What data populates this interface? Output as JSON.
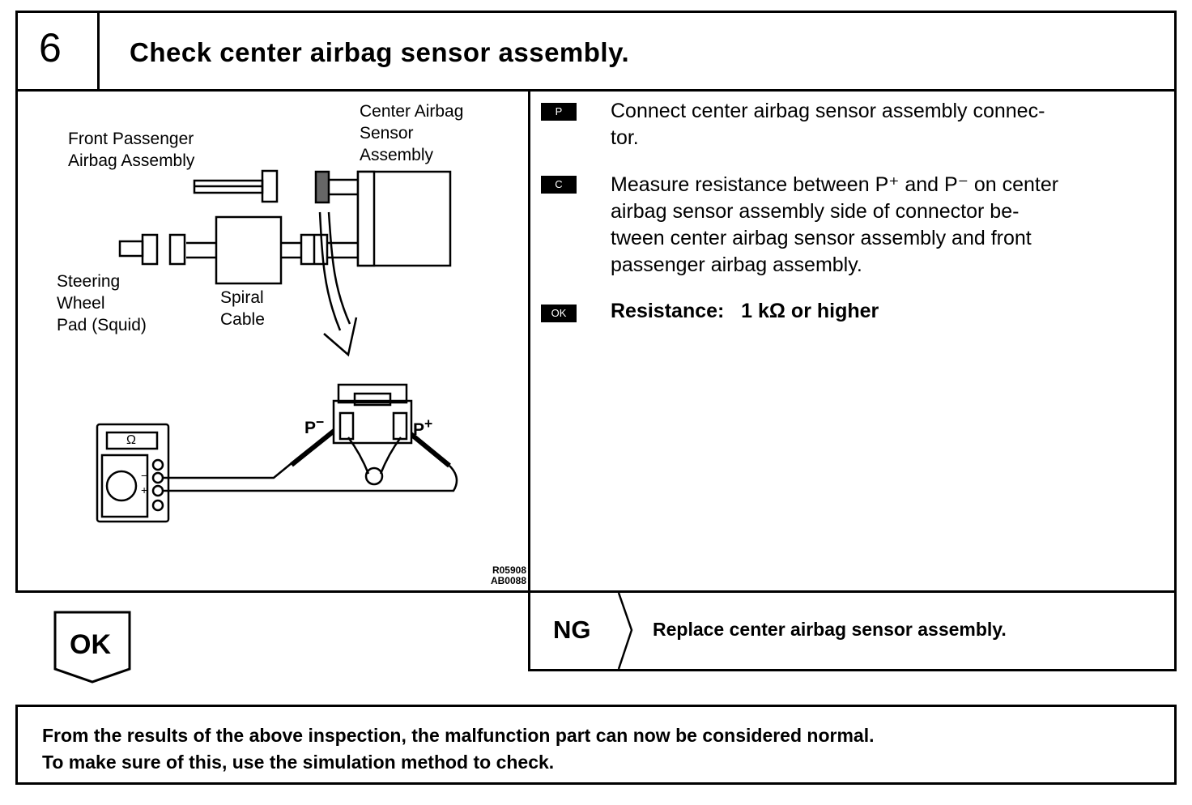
{
  "step": {
    "number": "6",
    "title": "Check center airbag sensor assembly."
  },
  "diagram": {
    "labels": {
      "center_airbag": [
        "Center Airbag",
        "Sensor",
        "Assembly"
      ],
      "front_passenger": [
        "Front Passenger",
        "Airbag Assembly"
      ],
      "steering": [
        "Steering",
        "Wheel",
        "Pad (Squid)"
      ],
      "spiral": [
        "Spiral",
        "Cable"
      ],
      "p_minus": "P",
      "p_plus": "P",
      "meter_symbol": "Ω",
      "meter_minus": "−",
      "meter_plus": "+"
    },
    "codes": [
      "R05908",
      "AB0088"
    ]
  },
  "instructions": [
    {
      "badge": "P",
      "lines": [
        "Connect center airbag sensor assembly connec-",
        "tor."
      ]
    },
    {
      "badge": "C",
      "lines": [
        "Measure resistance between P⁺ and P⁻ on center",
        "airbag sensor assembly side of connector be-",
        "tween center airbag sensor assembly and front",
        "passenger airbag assembly."
      ]
    }
  ],
  "ok_badge": "OK",
  "result": "Resistance:   1 kΩ or higher",
  "ok_label": "OK",
  "ng": {
    "label": "NG",
    "action": "Replace center airbag sensor assembly."
  },
  "note": [
    "From the results of the above inspection, the malfunction part can now be considered normal.",
    "To make sure of this, use the simulation method to check."
  ]
}
